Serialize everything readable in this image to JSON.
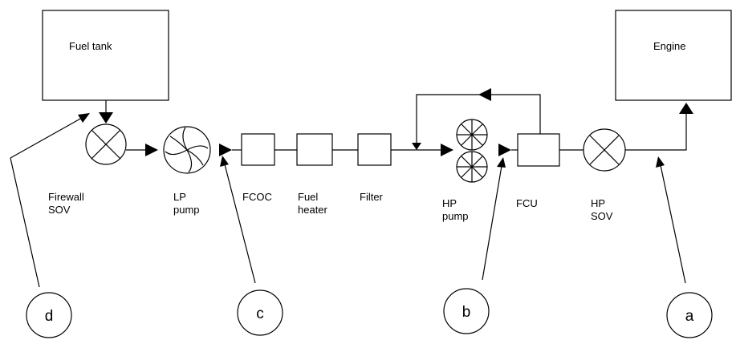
{
  "components": {
    "fuel_tank": "Fuel tank",
    "engine": "Engine",
    "firewall_sov": [
      "Firewall",
      "SOV"
    ],
    "lp_pump": [
      "LP",
      "pump"
    ],
    "fcoc": "FCOC",
    "fuel_heater": [
      "Fuel",
      "heater"
    ],
    "filter": "Filter",
    "hp_pump": [
      "HP",
      "pump"
    ],
    "fcu": "FCU",
    "hp_sov": [
      "HP",
      "SOV"
    ]
  },
  "callouts": {
    "a": "a",
    "b": "b",
    "c": "c",
    "d": "d"
  }
}
